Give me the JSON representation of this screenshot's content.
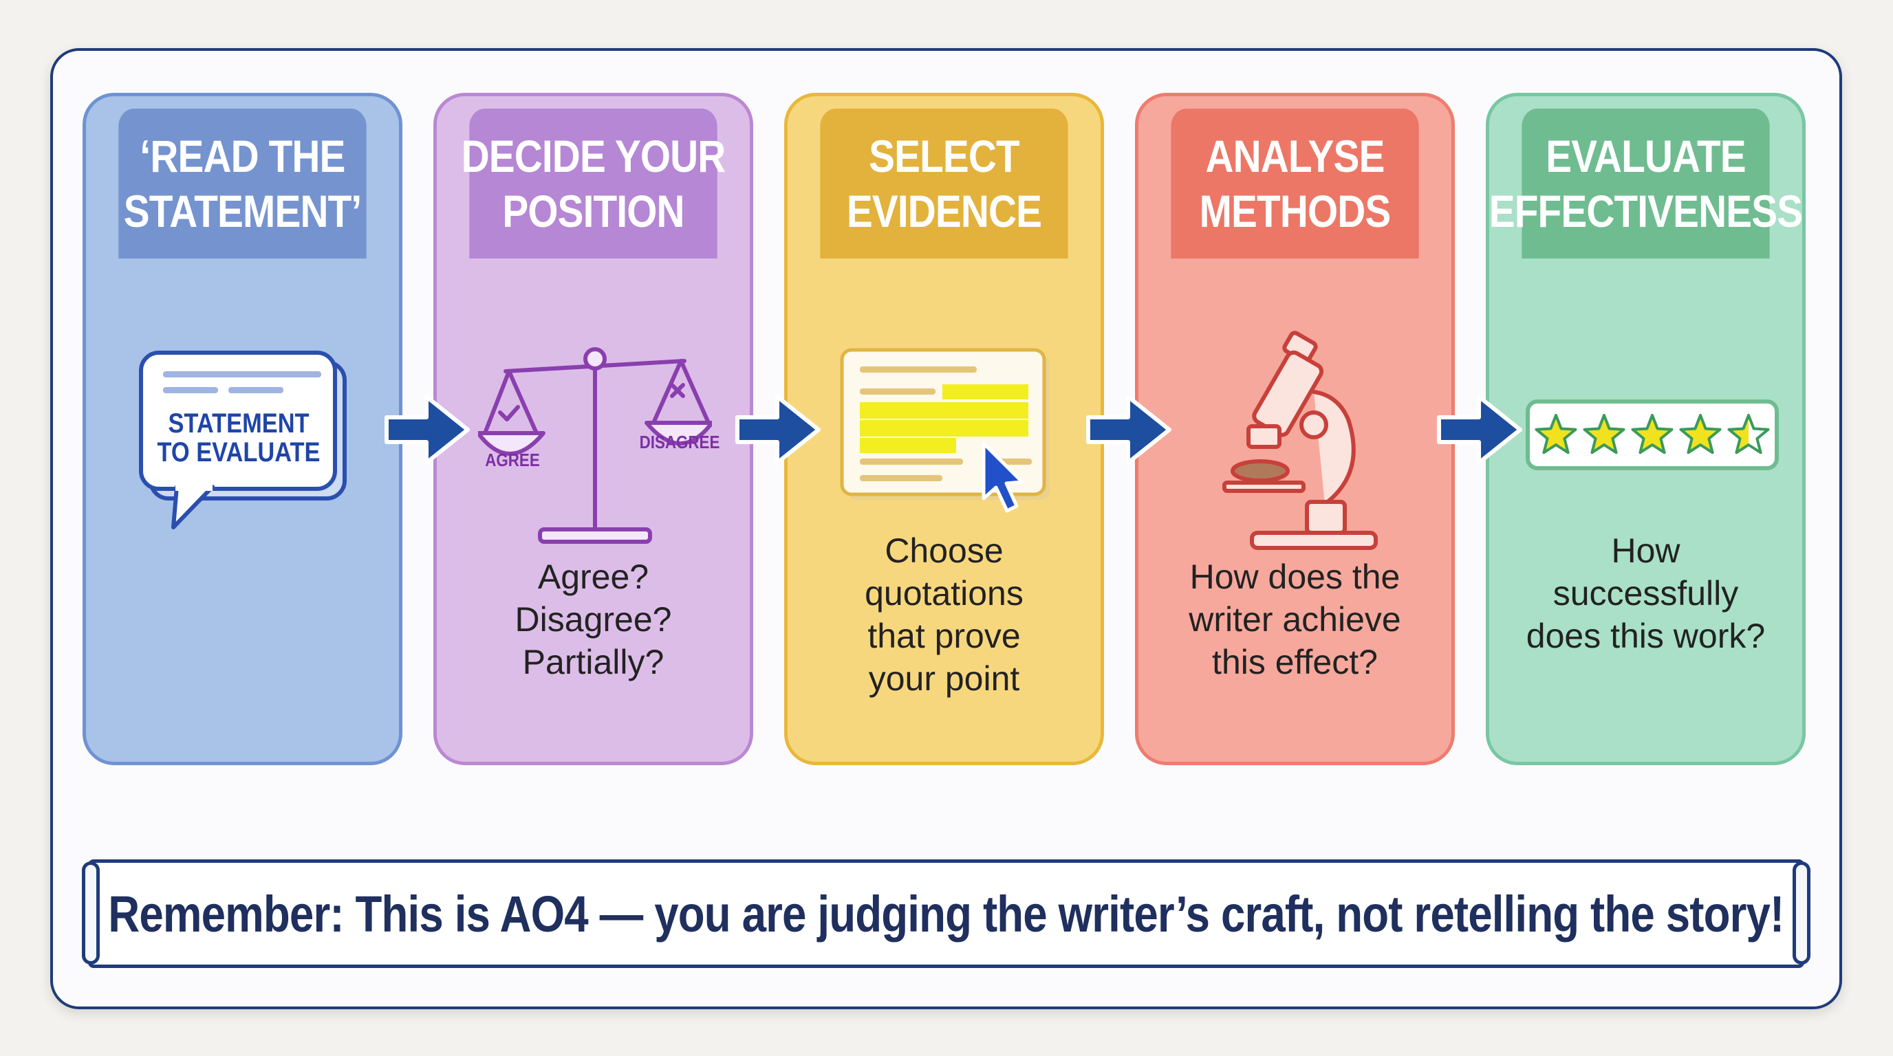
{
  "steps": [
    {
      "title_line1": "‘READ THE",
      "title_line2": "STATEMENT’",
      "icon_text_line1": "STATEMENT",
      "icon_text_line2": "TO EVALUATE",
      "desc_lines": []
    },
    {
      "title_line1": "DECIDE YOUR",
      "title_line2": "POSITION",
      "icon_left": "AGREE",
      "icon_right": "DISAGREE",
      "desc_lines": [
        "Agree?",
        "Disagree?",
        "Partially?"
      ]
    },
    {
      "title_line1": "SELECT",
      "title_line2": "EVIDENCE",
      "desc_lines": [
        "Choose",
        "quotations",
        "that prove",
        "your point"
      ]
    },
    {
      "title_line1": "ANALYSE",
      "title_line2": "METHODS",
      "desc_lines": [
        "How does the",
        "writer achieve",
        "this effect?"
      ]
    },
    {
      "title_line1": "EVALUATE",
      "title_line2": "EFFECTIVENESS",
      "rating_value": 4.5,
      "rating_max": 5,
      "desc_lines": [
        "How",
        "successfully",
        "does this work?"
      ]
    }
  ],
  "icons": [
    "speech-bubble-icon",
    "balance-scale-icon",
    "highlighted-document-icon",
    "microscope-icon",
    "star-rating-icon",
    "right-arrow-icon"
  ],
  "banner": {
    "text": "Remember: This is AO4 — you are judging the writer’s craft, not retelling the story!"
  },
  "colors": {
    "navy": "#1f3b7a",
    "blue": "#7593cf",
    "purple": "#b587d4",
    "yellow": "#e2b23c",
    "red": "#ec7766",
    "green": "#6fbc91"
  }
}
